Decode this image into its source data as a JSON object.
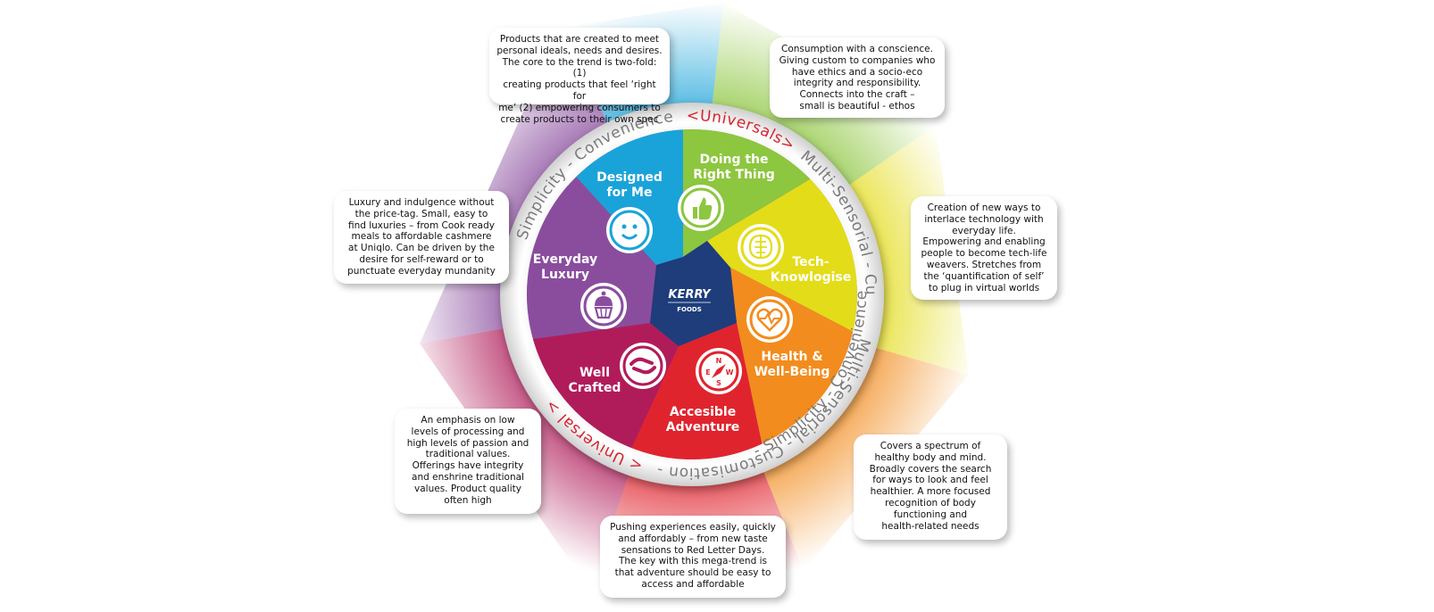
{
  "center": {
    "brand": "KERRY",
    "sub": "FOODS"
  },
  "ring": {
    "top_left": "Simplicity - Convenience",
    "top_red": "<Universals>",
    "top_right": "Multi-Sensorial - Customisation",
    "right": "- Simplicity - Convenience",
    "bottom_red": "< Universal >",
    "bottom_left": "Multi-Sensorial - Customisation -"
  },
  "segments": [
    {
      "id": "designed",
      "line1": "Designed",
      "line2": "for Me",
      "icon": "smiley-face-icon",
      "color": "#1aa3d9"
    },
    {
      "id": "right-thing",
      "line1": "Doing the",
      "line2": "Right Thing",
      "icon": "thumbs-up-icon",
      "color": "#8dc63f"
    },
    {
      "id": "tech",
      "line1": "Tech-",
      "line2": "Knowlogise",
      "icon": "circuit-brain-icon",
      "color": "#e3dc19"
    },
    {
      "id": "health",
      "line1": "Health &",
      "line2": "Well-Being",
      "icon": "heart-pulse-icon",
      "color": "#f28c1e"
    },
    {
      "id": "adventure",
      "line1": "Accesible",
      "line2": "Adventure",
      "icon": "compass-icon",
      "color": "#e0242e"
    },
    {
      "id": "crafted",
      "line1": "Well",
      "line2": "Crafted",
      "icon": "hands-icon",
      "color": "#b01c5a"
    },
    {
      "id": "luxury",
      "line1": "Everyday",
      "line2": "Luxury",
      "icon": "cupcake-icon",
      "color": "#8a4d9e"
    }
  ],
  "compass": {
    "n": "N",
    "e": "E",
    "s": "S",
    "w": "W"
  },
  "callouts": [
    {
      "id": "designed",
      "lines": [
        "Products that are created to meet",
        "personal ideals, needs and desires.",
        "The core to the trend is two-fold: (1)",
        "creating products that feel ‘right for",
        "me’ (2) empowering consumers to",
        "create products to their own spec"
      ]
    },
    {
      "id": "right-thing",
      "lines": [
        "Consumption with a conscience.",
        "Giving custom to companies who",
        "have ethics and a socio-eco",
        "integrity and responsibility.",
        "Connects into the craft –",
        "small is beautiful - ethos"
      ]
    },
    {
      "id": "luxury",
      "lines": [
        "Luxury and indulgence without",
        "the price-tag. Small, easy to",
        "find luxuries – from Cook ready",
        "meals to affordable cashmere",
        "at Uniqlo. Can be driven by the",
        "desire for self-reward or to",
        "punctuate everyday mundanity"
      ]
    },
    {
      "id": "tech",
      "lines": [
        "Creation of new ways to",
        "interlace technology with",
        "everyday life.",
        "Empowering and enabling",
        "people to become tech-life",
        "weavers. Stretches from",
        "the ‘quantification of self’",
        "to plug in virtual worlds"
      ]
    },
    {
      "id": "crafted",
      "lines": [
        "An emphasis on low",
        "levels of processing and",
        "high levels of passion and",
        "traditional values.",
        "Offerings have integrity",
        "and enshrine traditional",
        "values. Product quality",
        "often high"
      ]
    },
    {
      "id": "health",
      "lines": [
        "Covers a spectrum of",
        "healthy body and mind.",
        "Broadly covers the search",
        "for ways to look and feel",
        "healthier. A more focused",
        "recognition of body",
        "functioning and",
        "health-related needs"
      ]
    },
    {
      "id": "adventure",
      "lines": [
        "Pushing experiences easily, quickly",
        "and affordably – from new taste",
        "sensations to Red Letter Days.",
        "The key with this mega-trend is",
        "that adventure should be easy to",
        "access and affordable"
      ]
    }
  ]
}
